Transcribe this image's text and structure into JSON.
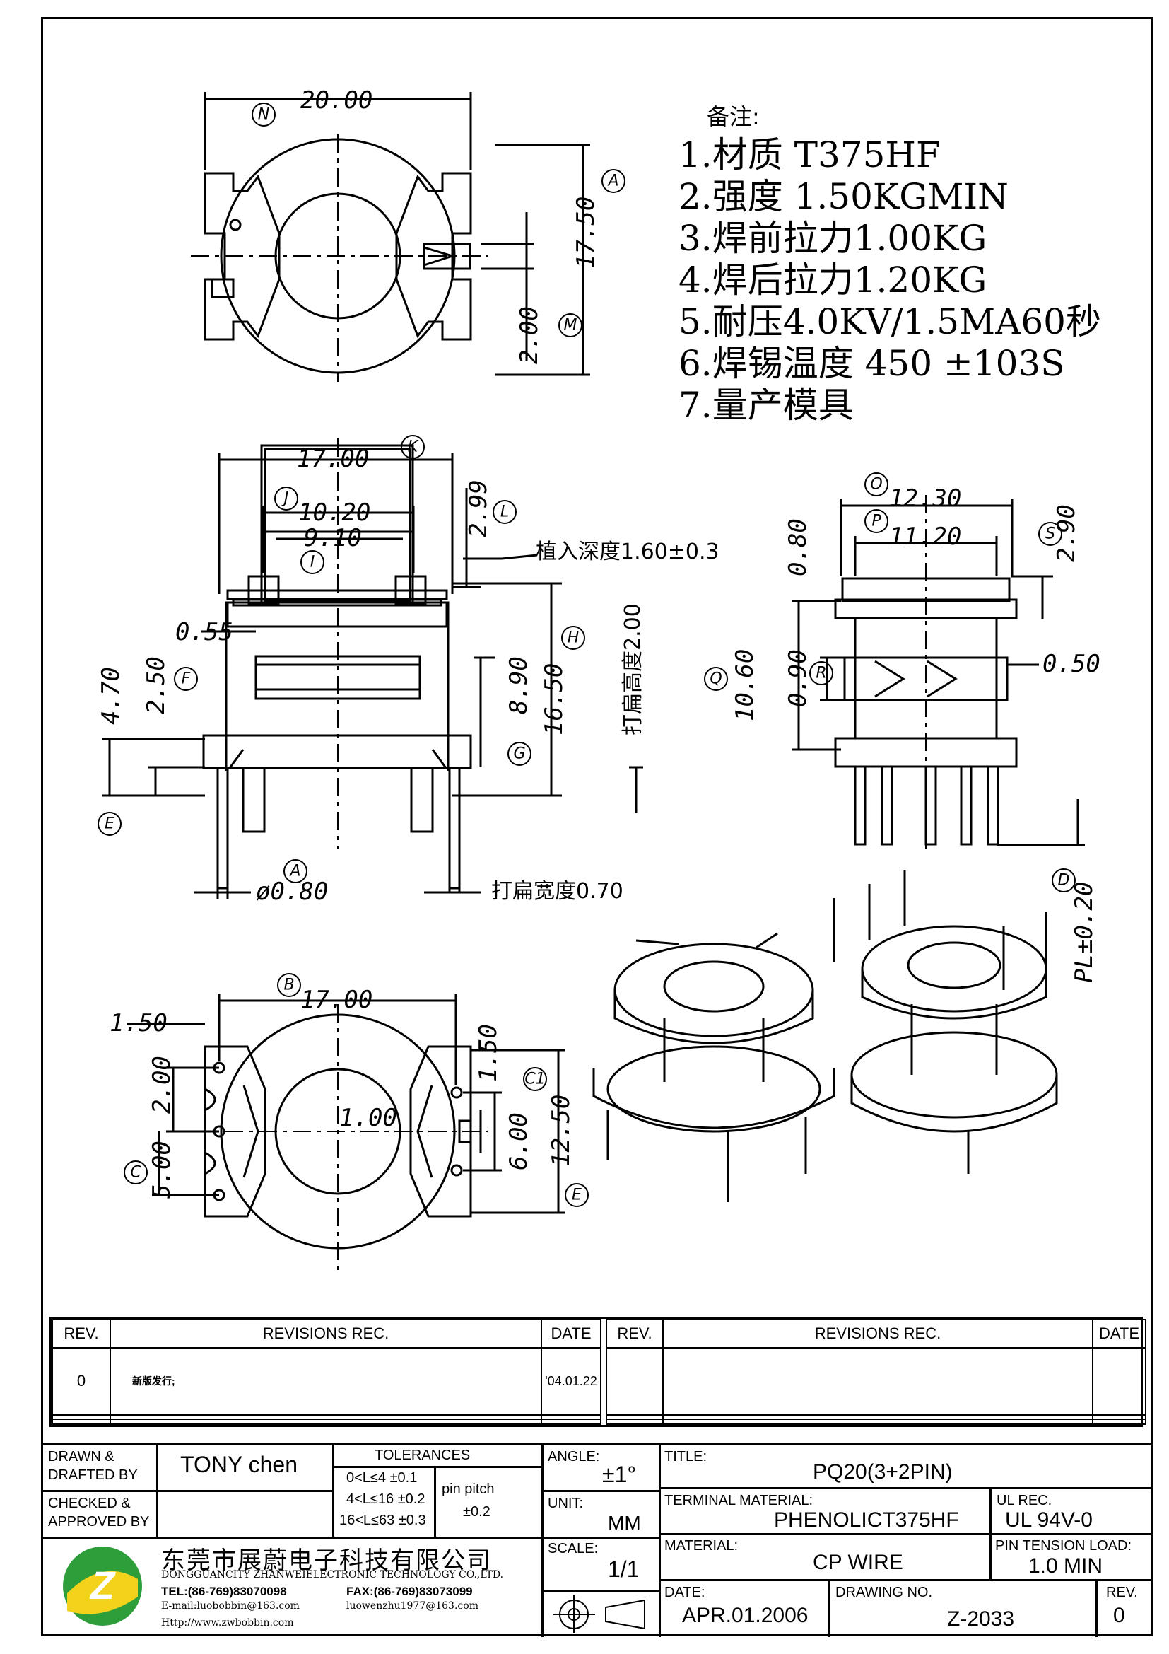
{
  "notes": {
    "header": "备注:",
    "items": [
      "1.材质 T375HF",
      "2.强度 1.50KGMIN",
      "3.焊前拉力1.00KG",
      "4.焊后拉力1.20KG",
      "5.耐压4.0KV/1.5MA60秒",
      "6.焊锡温度 450 ±103S",
      "7.量产模具"
    ]
  },
  "dimensions": {
    "top_width": "20.00",
    "top_height": "17.50",
    "top_slot": "2.00",
    "front_width": "17.00",
    "front_j": "10.20",
    "front_i": "9.10",
    "front_l": "2.99",
    "insert_depth": "植入深度1.60±0.3",
    "front_055": "0.55",
    "front_470": "4.70",
    "front_250": "2.50",
    "front_890": "8.90",
    "front_1650": "16.50",
    "flat_height": "打扁高度2.00",
    "pin_dia": "ø0.80",
    "flat_width": "打扁宽度0.70",
    "side_o": "12.30",
    "side_p": "11.20",
    "side_s": "2.90",
    "side_080": "0.80",
    "side_1060": "10.60",
    "side_090": "0.90",
    "side_050": "0.50",
    "side_pl": "PL±0.20",
    "bottom_width": "17.00",
    "bottom_150l": "1.50",
    "bottom_200": "2.00",
    "bottom_500": "5.00",
    "bottom_100": "1.00",
    "bottom_150r": "1.50",
    "bottom_600": "6.00",
    "bottom_1250": "12.50"
  },
  "callouts": {
    "N": "N",
    "A": "A",
    "M": "M",
    "K": "K",
    "J": "J",
    "I": "I",
    "L": "L",
    "H": "H",
    "F": "F",
    "G": "G",
    "E": "E",
    "O": "O",
    "P": "P",
    "S": "S",
    "Q": "Q",
    "R": "R",
    "D": "D",
    "B": "B",
    "C": "C",
    "C1": "C1"
  },
  "revisions": {
    "headers": [
      "REV.",
      "REVISIONS    REC.",
      "DATE",
      "REV.",
      "REVISIONS    REC.",
      "DATE"
    ],
    "rows": [
      {
        "rev": "0",
        "rec": "新版发行;",
        "date": "'04.01.22"
      }
    ]
  },
  "titleblock": {
    "drawn_label": "DRAWN &\nDRAFTED BY",
    "drawn_value": "TONY  chen",
    "checked_label": "CHECKED &\nAPPROVED BY",
    "tolerances_label": "TOLERANCES",
    "tol_rows": [
      "0<L≤4   ±0.1",
      "4<L≤16  ±0.2",
      "16<L≤63  ±0.3"
    ],
    "pin_pitch_label": "pin pitch",
    "pin_pitch_value": "±0.2",
    "angle_label": "ANGLE:",
    "angle_value": "±1°",
    "unit_label": "UNIT:",
    "unit_value": "MM",
    "scale_label": "SCALE:",
    "scale_value": "1/1",
    "title_label": "TITLE:",
    "title_value": "PQ20(3+2PIN)",
    "terminal_label": "TERMINAL MATERIAL:",
    "terminal_value": "PHENOLICT375HF",
    "ul_label": "UL REC.",
    "ul_value": "UL 94V-0",
    "material_label": "MATERIAL:",
    "material_value": "CP  WIRE",
    "pin_tension_label": "PIN TENSION LOAD:",
    "pin_tension_value": "1.0  MIN",
    "date_label": "DATE:",
    "date_value": "APR.01.2006",
    "drawing_no_label": "DRAWING NO.",
    "drawing_no_value": "Z-2033",
    "rev_label": "REV.",
    "rev_value": "0",
    "company_cn": "东莞市展蔚电子科技有限公司",
    "company_en": "DONGGUANCITY ZHANWEIELECTRONIC TECHNOLOGY CO.,LTD.",
    "tel": "TEL:(86-769)83070098",
    "fax": "FAX:(86-769)83073099",
    "email": "E-mail:luobobbin@163.com",
    "email2": "luowenzhu1977@163.com",
    "web": "Http://www.zwbobbin.com",
    "logo_colors": {
      "green": "#2e9e3a",
      "yellow": "#f2d21b"
    }
  }
}
